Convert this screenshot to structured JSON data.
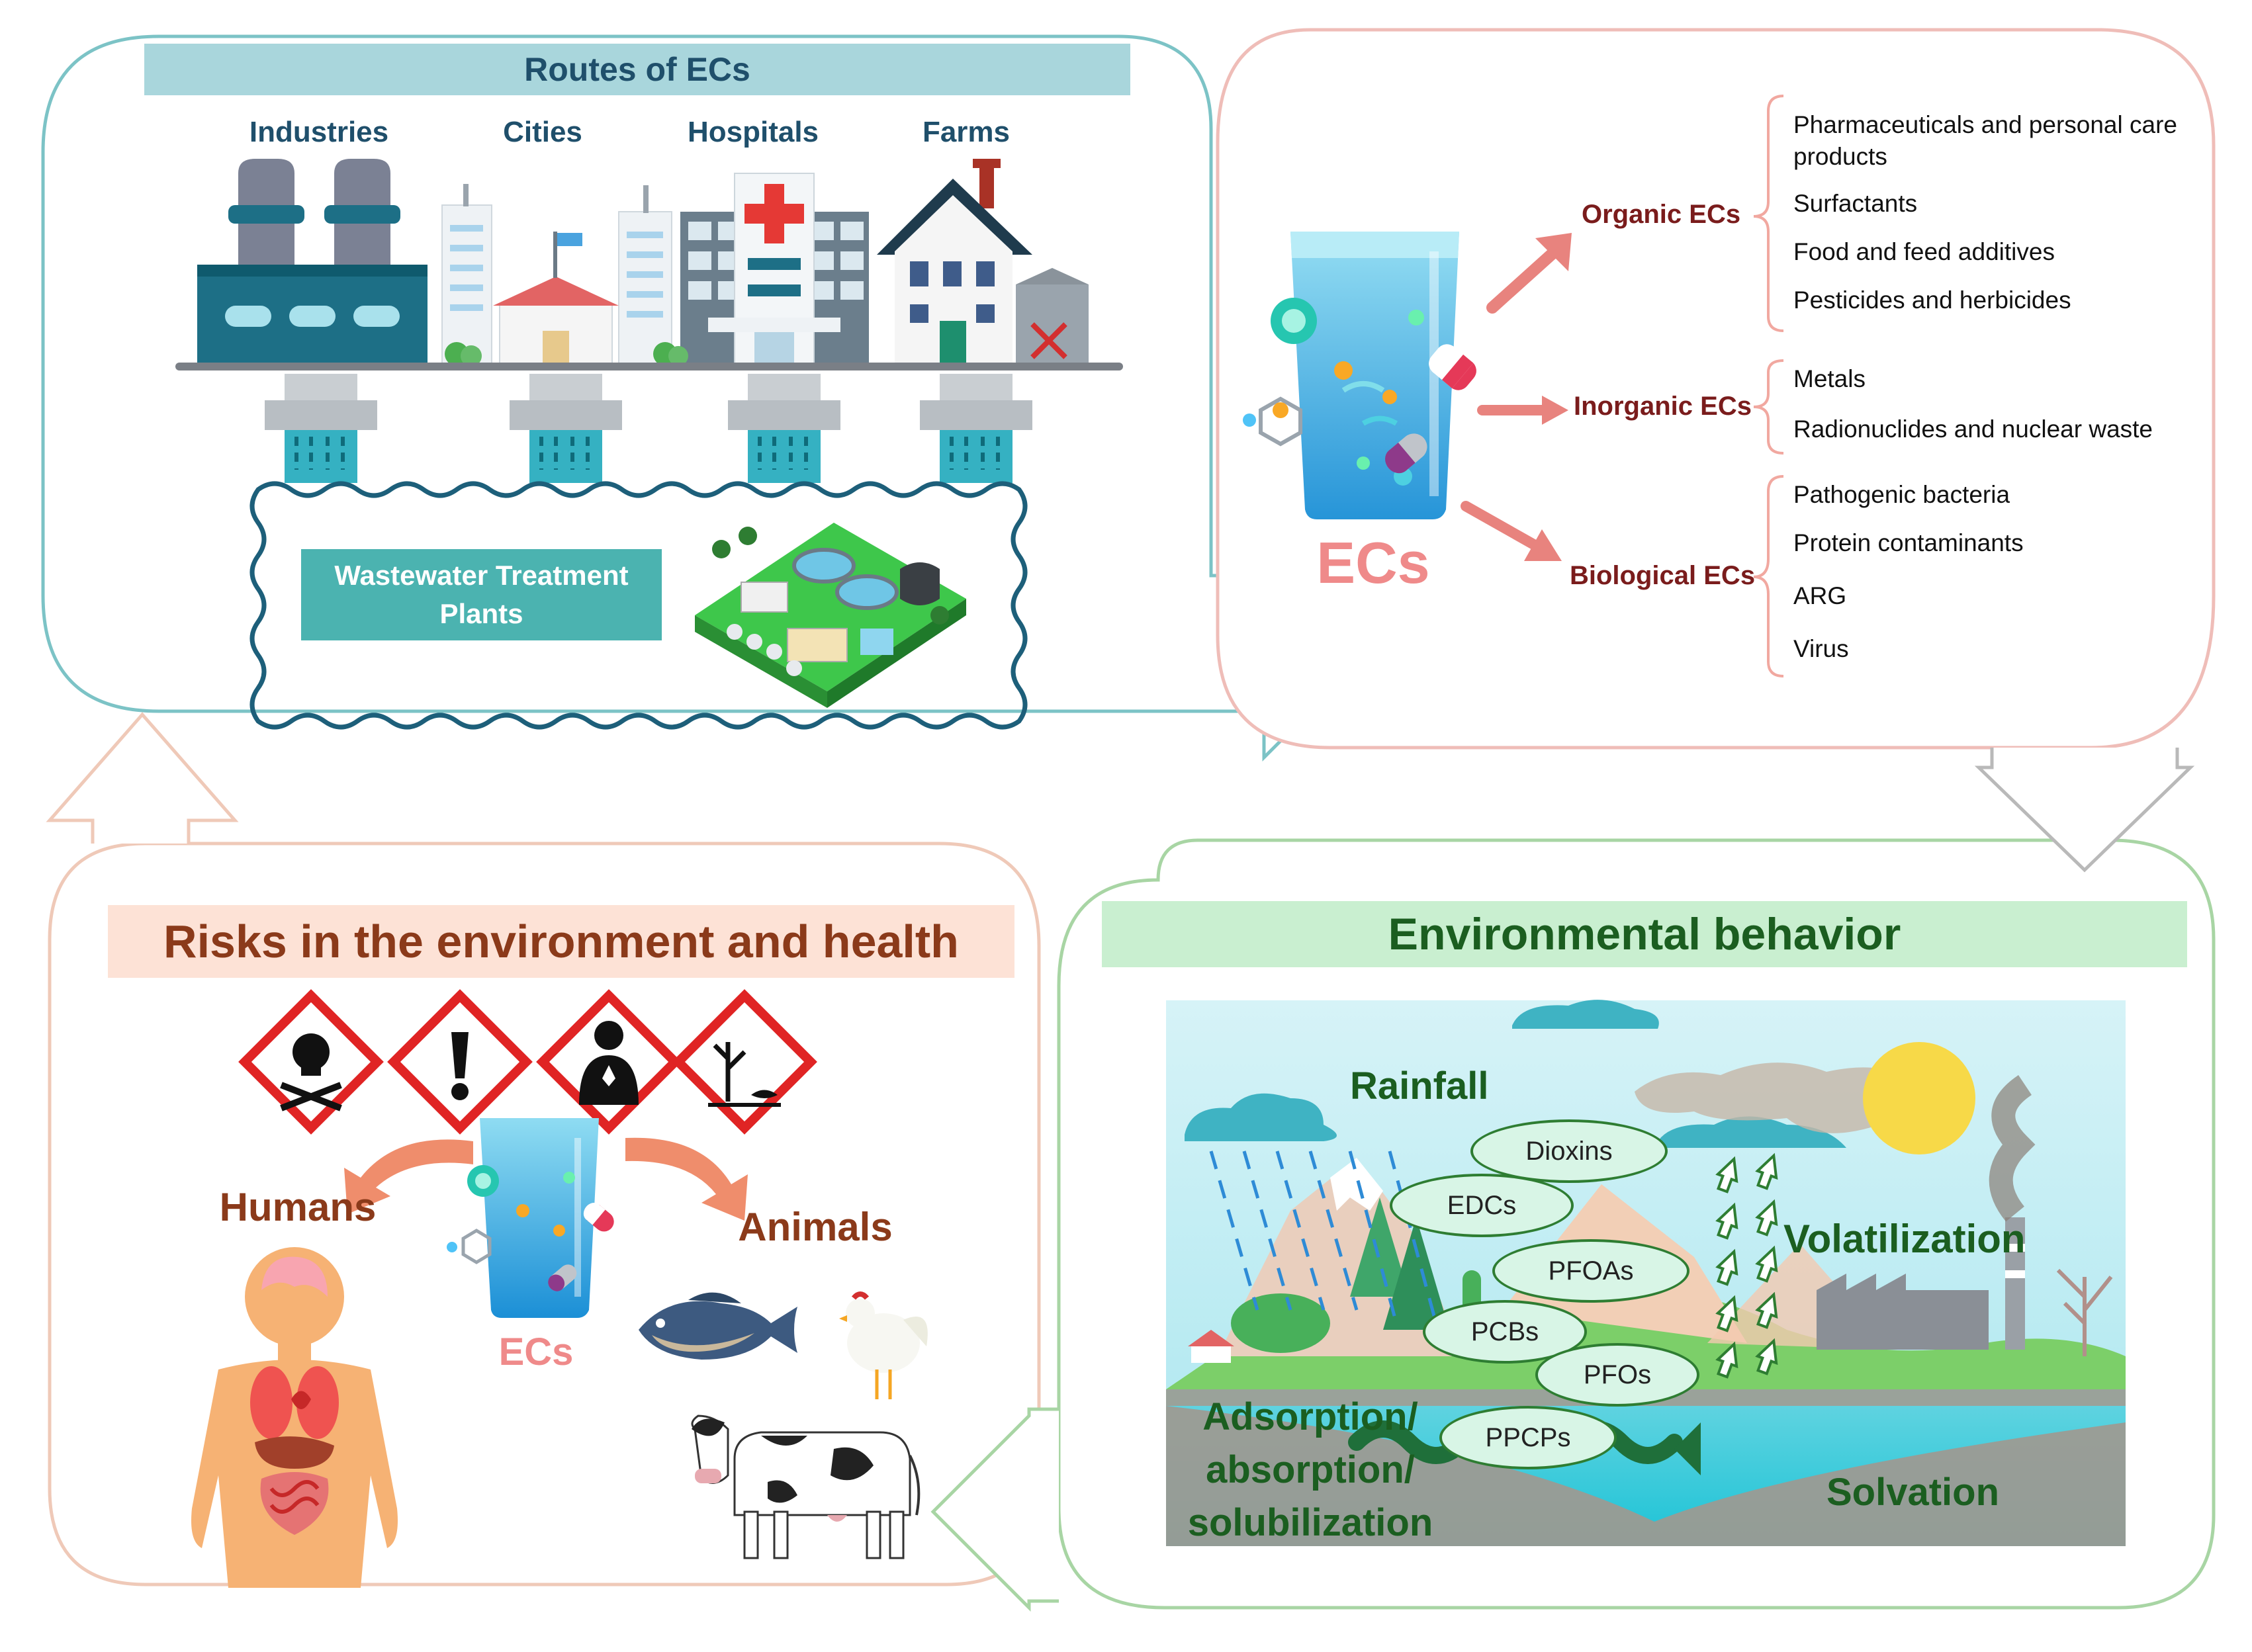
{
  "routes": {
    "title": "Routes of ECs",
    "sources": [
      "Industries",
      "Cities",
      "Hospitals",
      "Farms"
    ],
    "wwtp_label": "Wastewater Treatment\nPlants"
  },
  "classes": {
    "center_label": "ECs",
    "categories": [
      {
        "name": "Organic ECs",
        "items": [
          "Pharmaceuticals and personal care\nproducts",
          "Surfactants",
          "Food and feed additives",
          "Pesticides and herbicides"
        ]
      },
      {
        "name": "Inorganic ECs",
        "items": [
          "Metals",
          "Radionuclides and nuclear waste"
        ]
      },
      {
        "name": "Biological ECs",
        "items": [
          "Pathogenic bacteria",
          "Protein contaminants",
          "ARG",
          "Virus"
        ]
      }
    ]
  },
  "behavior": {
    "title": "Environmental behavior",
    "rainfall": "Rainfall",
    "volatilization": "Volatilization",
    "adsorption": "Adsorption/\nabsorption/\nsolubilization",
    "solvation": "Solvation",
    "pollutants": [
      "Dioxins",
      "EDCs",
      "PFOAs",
      "PCBs",
      "PFOs",
      "PPCPs"
    ]
  },
  "risks": {
    "title": "Risks in the environment and health",
    "humans": "Humans",
    "animals": "Animals",
    "center_label": "ECs"
  },
  "colors": {
    "routes_title_bg": "#a9d6dc",
    "routes_title_text": "#1f4f6b",
    "behavior_title_bg": "#c9efd0",
    "behavior_title_text": "#1b5e20",
    "risks_title_bg": "#fde2d6",
    "risks_title_text": "#8b3a1a",
    "category_text": "#7a1c1c",
    "ecs_label": "#ef8a8a",
    "arrow_salmon": "#e8837e",
    "factory_teal": "#1d6f86",
    "hazard_red": "#e02424"
  },
  "icons": [
    "factory-icon",
    "city-icon",
    "hospital-icon",
    "farm-icon",
    "treatment-plant-icon",
    "water-glass-icon",
    "pill-icon",
    "skull-hazard-icon",
    "exclamation-hazard-icon",
    "health-hazard-icon",
    "environment-hazard-icon",
    "human-body-icon",
    "fish-icon",
    "chicken-icon",
    "cow-icon",
    "cloud-icon",
    "sun-icon",
    "mountain-icon",
    "volatilization-arrow-icon"
  ]
}
